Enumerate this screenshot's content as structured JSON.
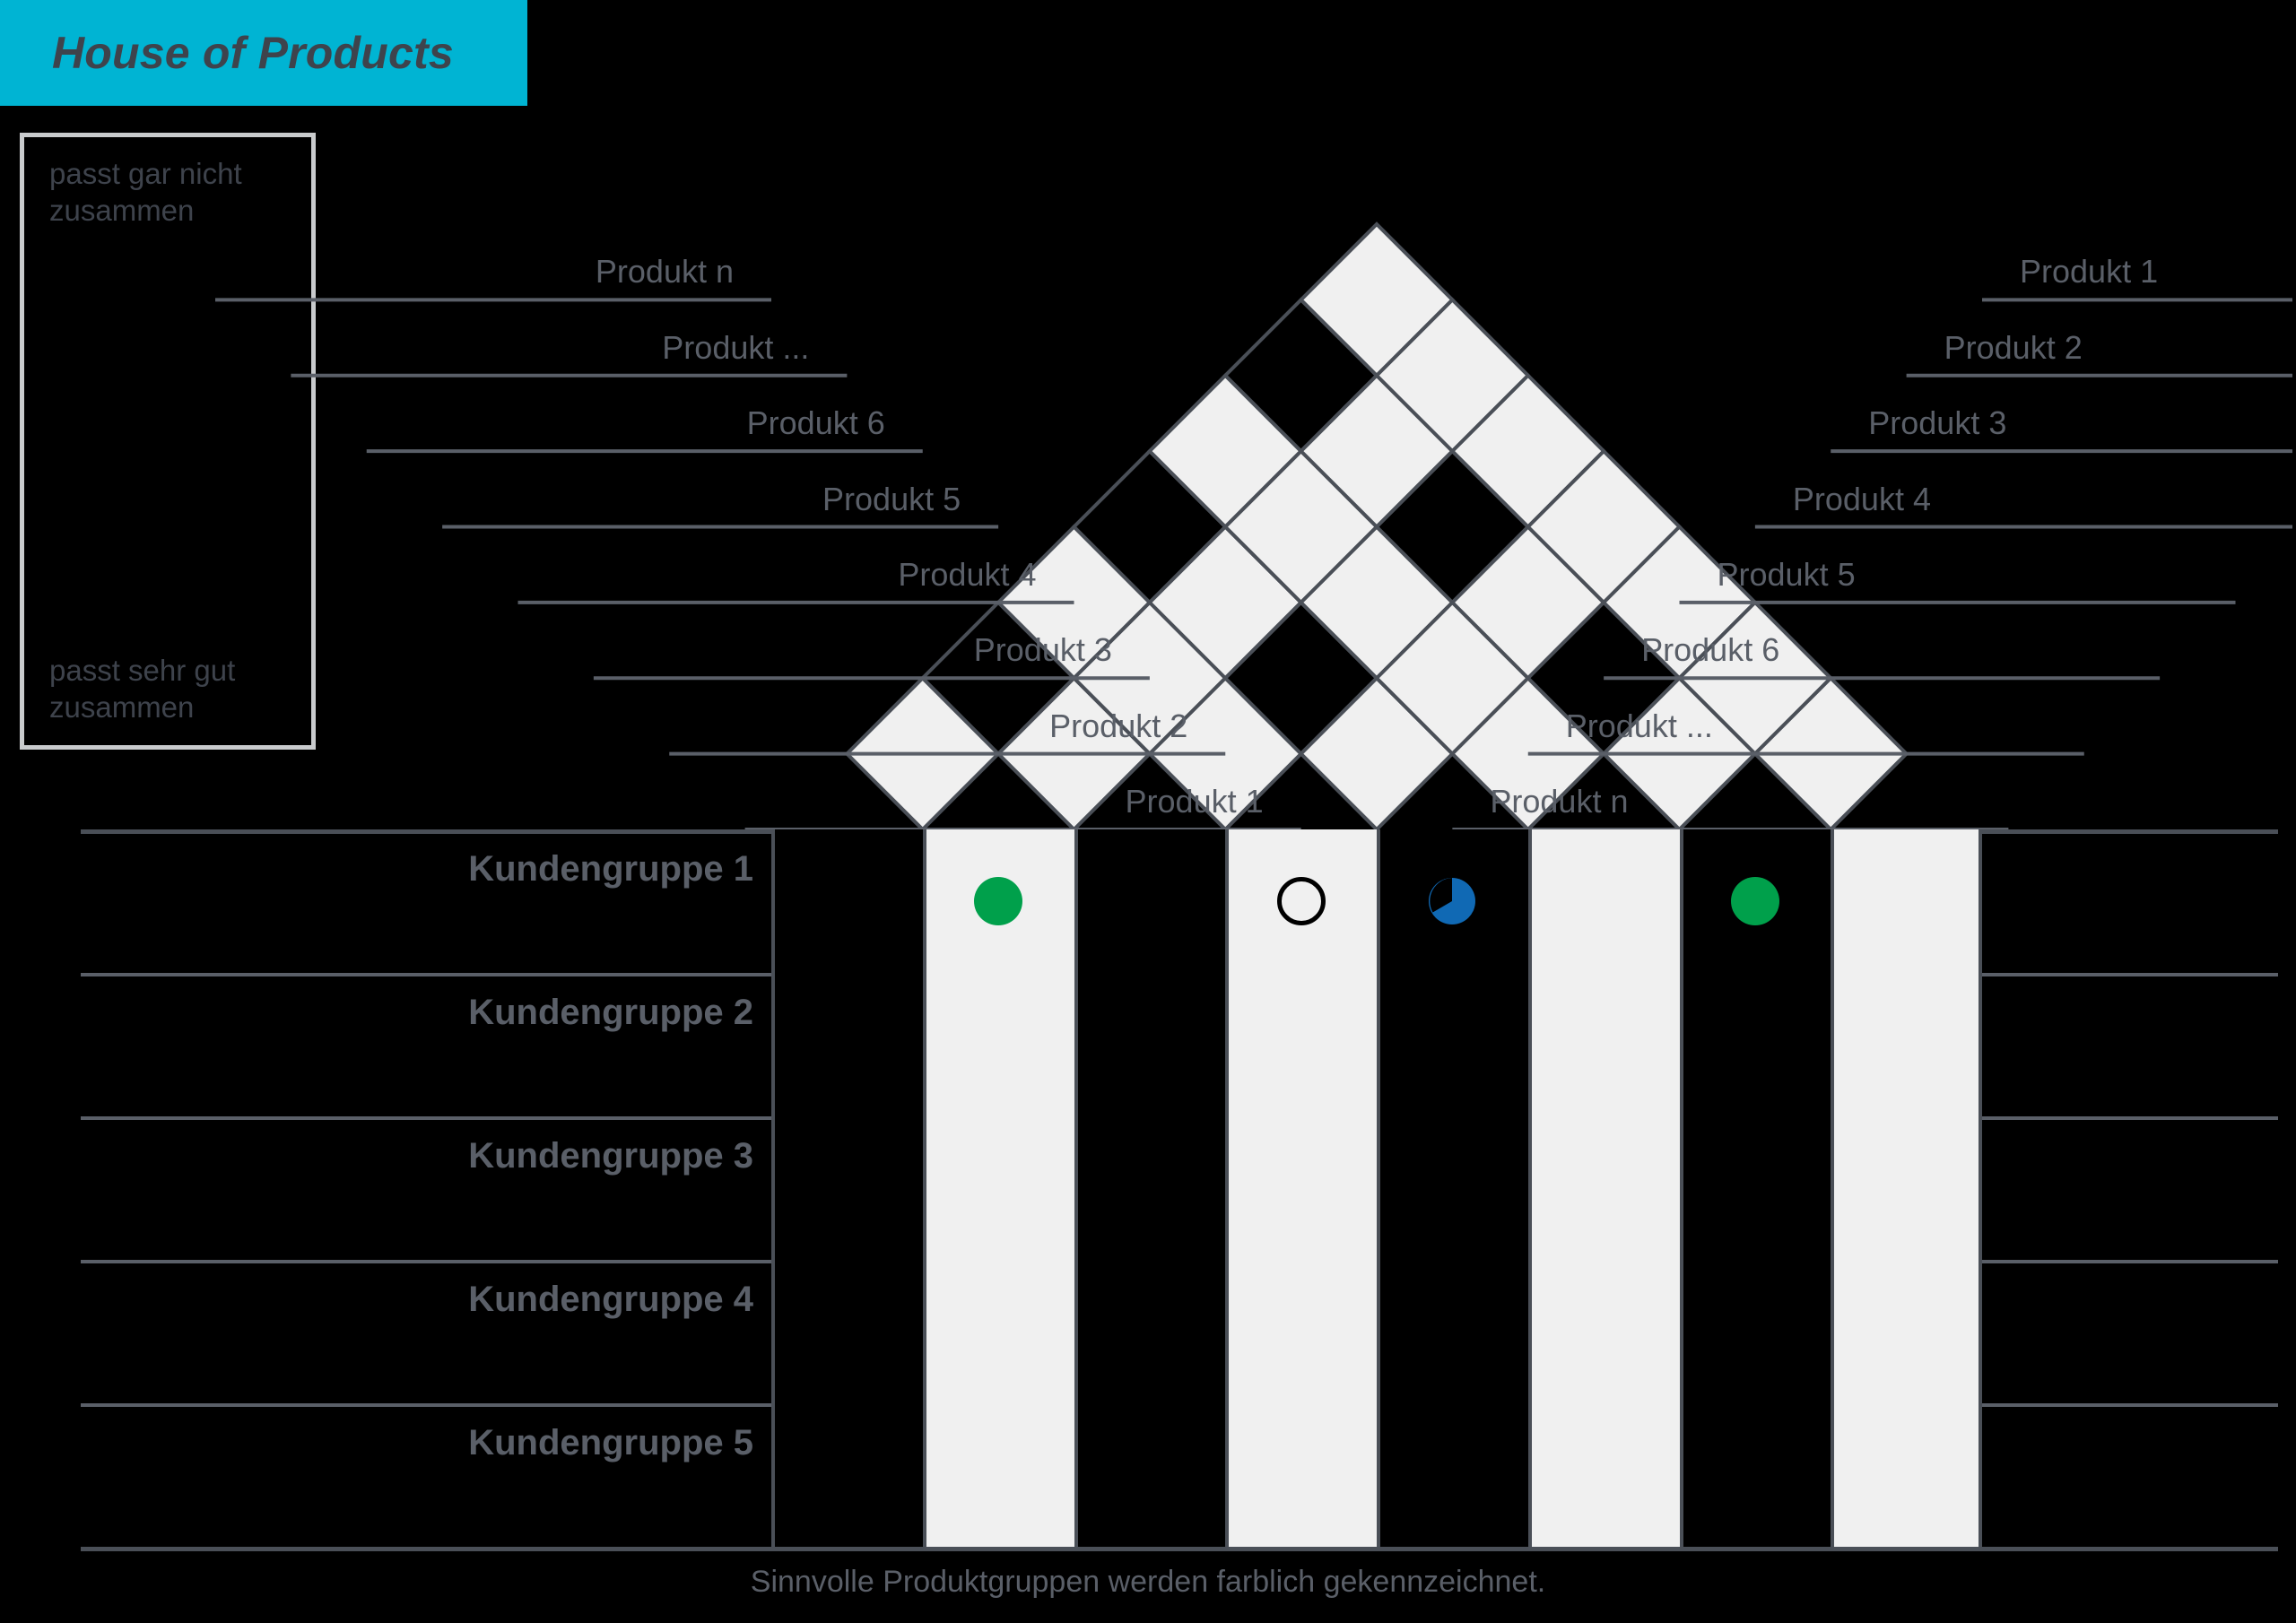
{
  "title": {
    "text": "House of Products",
    "banner_color": "#00B4D3",
    "text_color": "#3E434C"
  },
  "legend": {
    "top_label": "passt gar nicht zusammen",
    "bottom_label": "passt sehr gut zusammen",
    "border_color": "#C9CBCD"
  },
  "roof": {
    "left_labels": [
      "Produkt n",
      "Produkt ...",
      "Produkt 6",
      "Produkt 5",
      "Produkt 4",
      "Produkt 3",
      "Produkt 2",
      "Produkt 1"
    ],
    "right_labels": [
      "Produkt 1",
      "Produkt 2",
      "Produkt 3",
      "Produkt 4",
      "Produkt 5",
      "Produkt 6",
      "Produkt ...",
      "Produkt n"
    ],
    "cell_fill_light": "#F0F0F0",
    "cell_fill_dark": "#000000",
    "stroke": "#4A4F57"
  },
  "grid": {
    "row_labels": [
      "Kundengruppe 1",
      "Kundengruppe 2",
      "Kundengruppe 3",
      "Kundengruppe 4",
      "Kundengruppe 5"
    ],
    "column_fills": [
      "dark",
      "white",
      "dark",
      "white",
      "dark",
      "white",
      "dark",
      "white"
    ],
    "symbols": [
      {
        "row": 1,
        "column": 2,
        "type": "filled-circle",
        "color": "#00A04B"
      },
      {
        "row": 1,
        "column": 4,
        "type": "open-circle",
        "color": "#000000"
      },
      {
        "row": 1,
        "column": 5,
        "type": "pie-circle",
        "color": "#1069B4"
      },
      {
        "row": 1,
        "column": 7,
        "type": "filled-circle",
        "color": "#00A04B"
      }
    ]
  },
  "caption": {
    "text": "Sinnvolle Produktgruppen werden farblich gekennzeichnet."
  }
}
